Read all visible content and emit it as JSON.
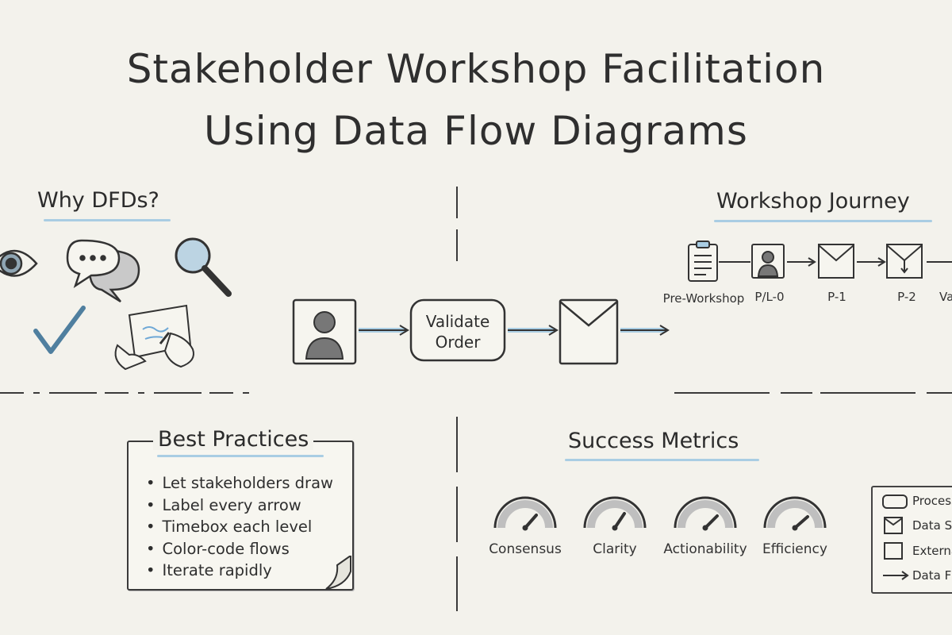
{
  "title": {
    "line1": "Stakeholder Workshop Facilitation",
    "line2": "Using Data Flow Diagrams"
  },
  "why": {
    "heading": "Why DFDs?",
    "icons": [
      "eye-icon",
      "speech-bubbles-icon",
      "magnifier-icon",
      "checkmark-icon",
      "drawing-hands-icon"
    ]
  },
  "center_flow": {
    "process_label_line1": "Validate",
    "process_label_line2": "Order",
    "elements": [
      "external-entity-person",
      "process",
      "data-store"
    ]
  },
  "journey": {
    "heading": "Workshop Journey",
    "steps": [
      "Pre-Workshop",
      "P/L-0",
      "P-1",
      "P-2",
      "Va"
    ]
  },
  "best_practices": {
    "heading": "Best Practices",
    "items": [
      "Let stakeholders draw",
      "Label every arrow",
      "Timebox each level",
      "Color-code flows",
      "Iterate rapidly"
    ]
  },
  "metrics": {
    "heading": "Success Metrics",
    "items": [
      "Consensus",
      "Clarity",
      "Actionability",
      "Efficiency"
    ]
  },
  "legend": {
    "items": [
      "Process",
      "Data St",
      "Externa",
      "Data Fl"
    ]
  },
  "colors": {
    "accent": "#6fa8d6",
    "ink": "#2e2e2e",
    "paper": "#f3f2ec"
  }
}
